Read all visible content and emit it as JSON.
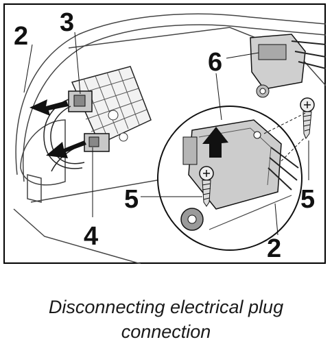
{
  "figure": {
    "callouts": {
      "c2_left": "2",
      "c3": "3",
      "c6": "6",
      "c5_left": "5",
      "c4": "4",
      "c2_bottom": "2",
      "c5_right": "5"
    }
  },
  "caption": {
    "line1": "Disconnecting electrical plug",
    "line2": "connection"
  }
}
